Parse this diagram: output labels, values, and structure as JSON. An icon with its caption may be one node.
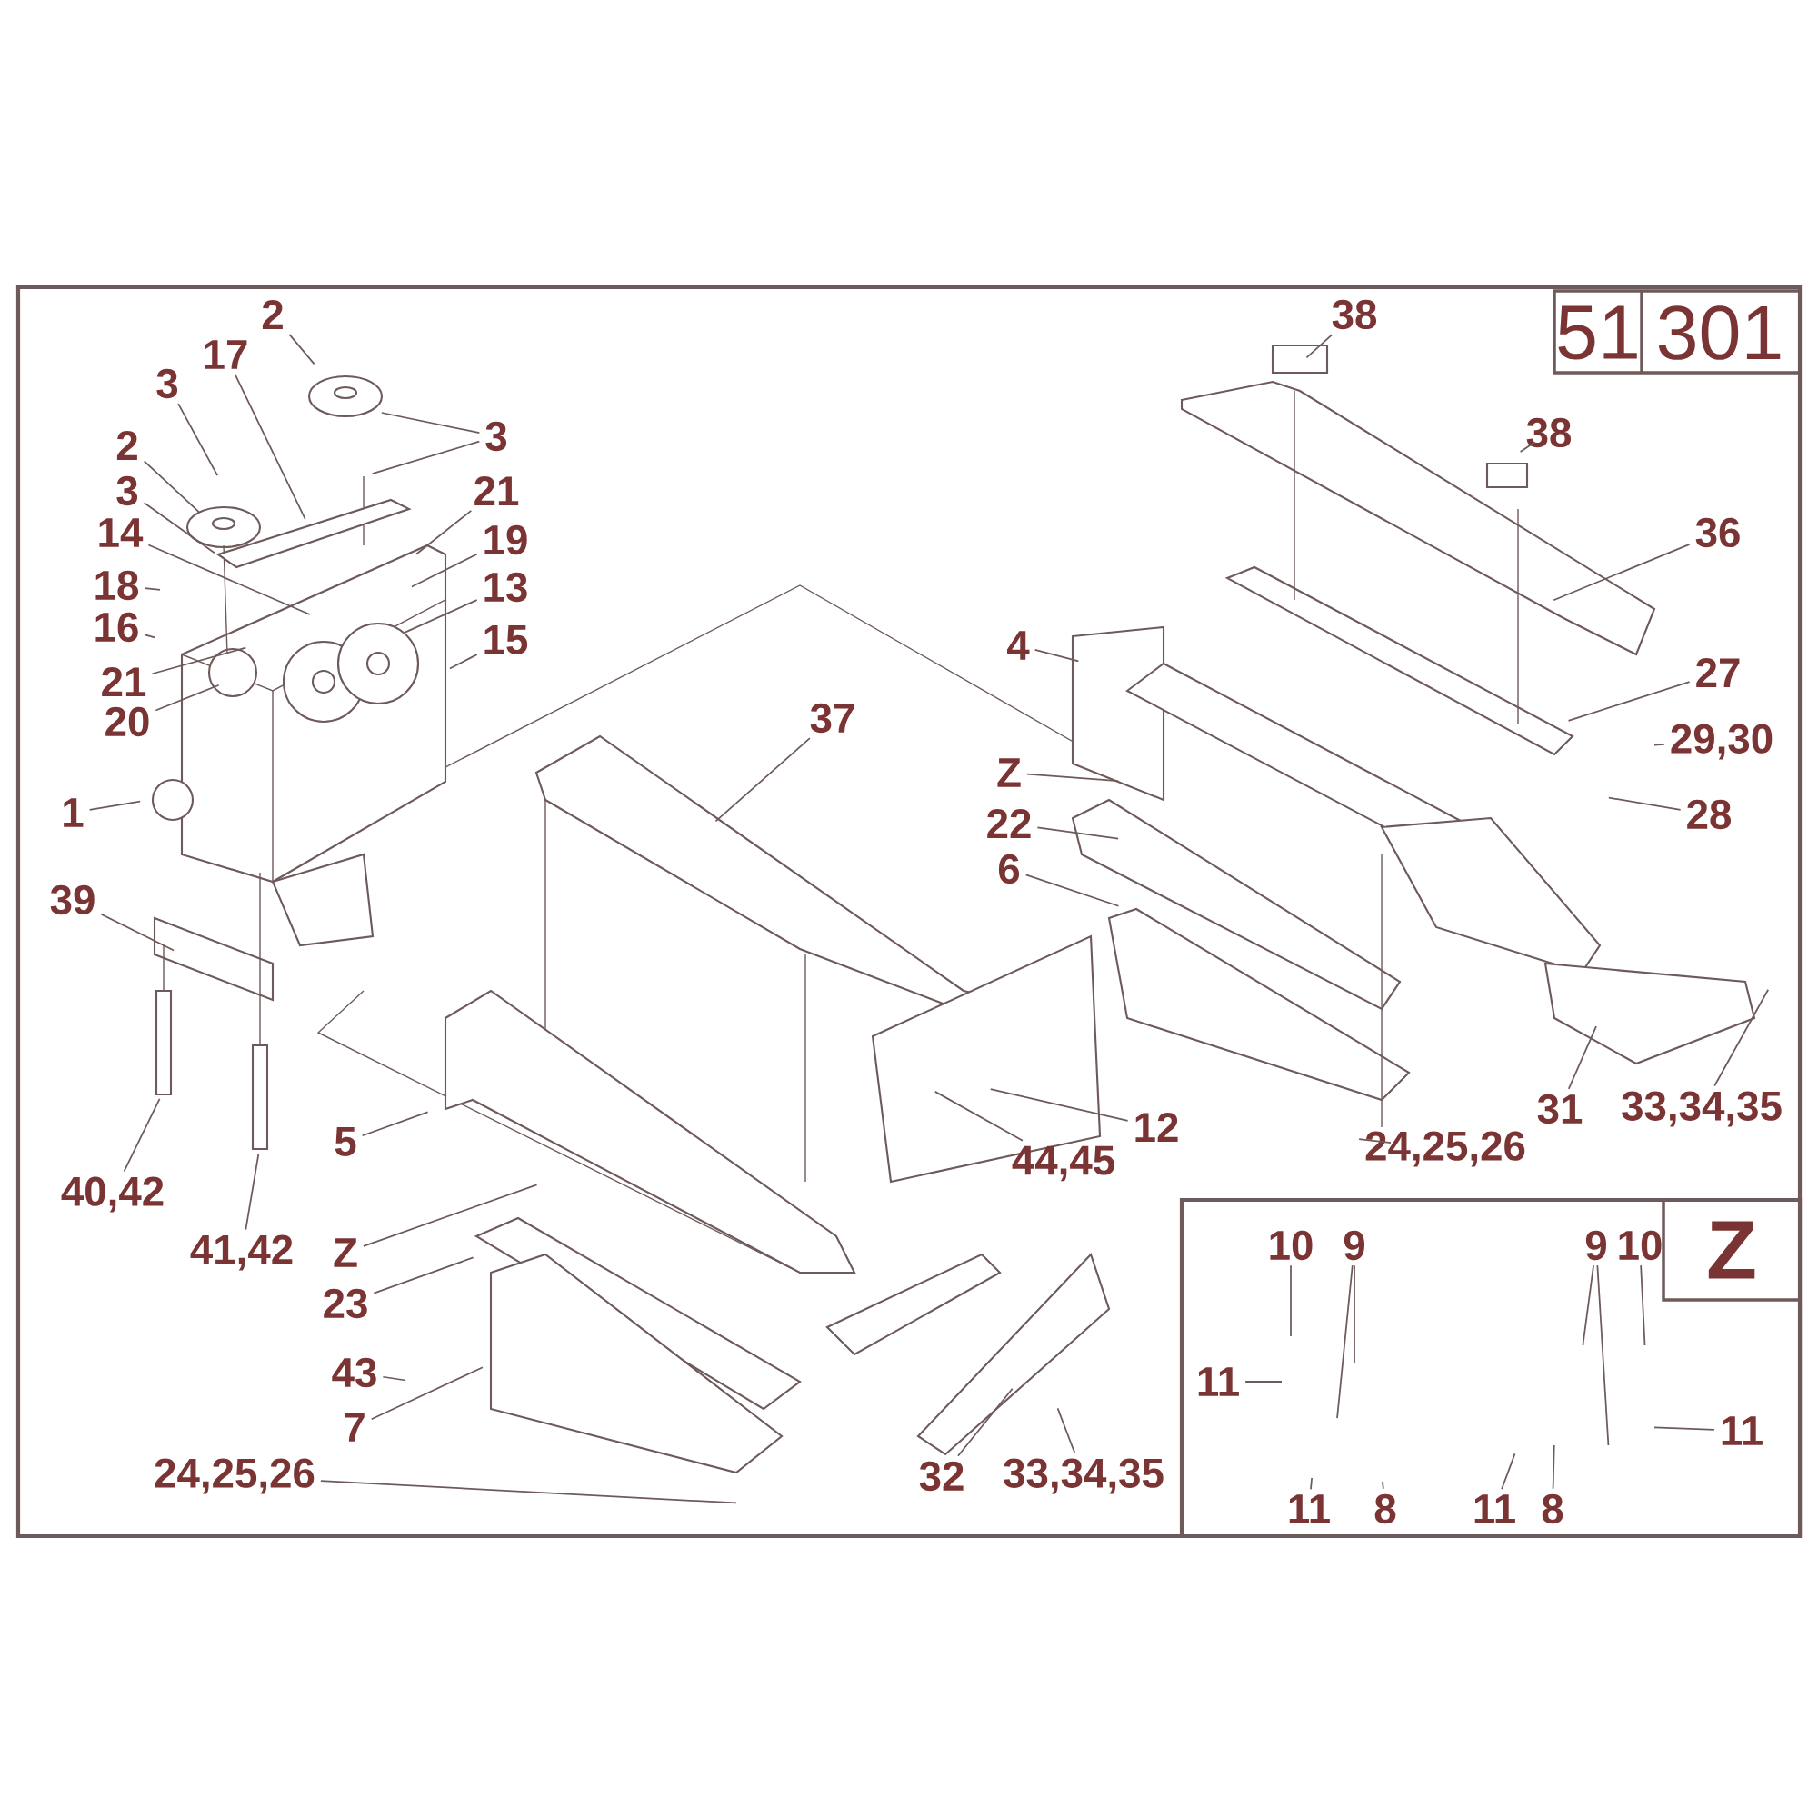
{
  "diagram": {
    "nodes": [
      {
        "text": [
          "2"
        ]
      },
      {
        "text": [
          "17"
        ]
      },
      {
        "text": [
          "3"
        ]
      },
      {
        "text": [
          "38"
        ]
      },
      {
        "text": [
          "3"
        ]
      },
      {
        "text": [
          "38"
        ]
      },
      {
        "text": [
          "2"
        ]
      },
      {
        "text": [
          "3"
        ]
      },
      {
        "text": [
          "21"
        ]
      },
      {
        "text": [
          "14"
        ]
      },
      {
        "text": [
          "19"
        ]
      },
      {
        "text": [
          "36"
        ]
      },
      {
        "text": [
          "18"
        ]
      },
      {
        "text": [
          "13"
        ]
      },
      {
        "text": [
          "16"
        ]
      },
      {
        "text": [
          "15"
        ]
      },
      {
        "text": [
          "4"
        ]
      },
      {
        "text": [
          "21"
        ]
      },
      {
        "text": [
          "27"
        ]
      },
      {
        "text": [
          "37"
        ]
      },
      {
        "text": [
          "20"
        ]
      },
      {
        "text": [
          "29,30"
        ]
      },
      {
        "text": [
          "Z"
        ]
      },
      {
        "text": [
          "1"
        ]
      },
      {
        "text": [
          "28"
        ]
      },
      {
        "text": [
          "22"
        ]
      },
      {
        "text": [
          "6"
        ]
      },
      {
        "text": [
          "39"
        ]
      },
      {
        "text": [
          "31"
        ]
      },
      {
        "text": [
          "33,34,35"
        ]
      },
      {
        "text": [
          "12"
        ]
      },
      {
        "text": [
          "5"
        ]
      },
      {
        "text": [
          "24,25,26"
        ]
      },
      {
        "text": [
          "44,45"
        ]
      },
      {
        "text": [
          "40,42"
        ]
      },
      {
        "text": [
          "41,42"
        ]
      },
      {
        "text": [
          "Z"
        ]
      },
      {
        "text": [
          "23"
        ]
      },
      {
        "text": [
          "43"
        ]
      },
      {
        "text": [
          "7"
        ]
      },
      {
        "text": [
          "24,25,26"
        ]
      },
      {
        "text": [
          "32"
        ]
      },
      {
        "text": [
          "33,34,35"
        ]
      },
      {
        "text": [
          "Z"
        ]
      },
      {
        "text": [
          "10"
        ],
        "in": 43
      },
      {
        "text": [
          "9"
        ],
        "in": 43
      },
      {
        "text": [
          "9"
        ],
        "in": 43
      },
      {
        "text": [
          "10"
        ],
        "in": 43
      },
      {
        "text": [
          "11"
        ],
        "in": 43
      },
      {
        "text": [
          "11"
        ],
        "in": 43
      },
      {
        "text": [
          "11"
        ],
        "in": 43
      },
      {
        "text": [
          "8"
        ],
        "in": 43
      },
      {
        "text": [
          "11"
        ],
        "in": 43
      },
      {
        "text": [
          "8"
        ],
        "in": 43
      }
    ],
    "edges": [
      {
        "from": 0,
        "to": null,
        "arrow": "none"
      },
      {
        "from": 1,
        "to": null,
        "arrow": "none"
      },
      {
        "from": 2,
        "to": null,
        "arrow": "none"
      },
      {
        "from": 3,
        "to": null,
        "arrow": "none"
      },
      {
        "from": 4,
        "to": null,
        "arrow": "none"
      },
      {
        "from": 4,
        "to": null,
        "arrow": "none"
      },
      {
        "from": 5,
        "to": null,
        "arrow": "none"
      },
      {
        "from": 6,
        "to": null,
        "arrow": "none"
      },
      {
        "from": 7,
        "to": null,
        "arrow": "none"
      },
      {
        "from": 8,
        "to": null,
        "arrow": "none"
      },
      {
        "from": 9,
        "to": null,
        "arrow": "none"
      },
      {
        "from": 10,
        "to": null,
        "arrow": "none"
      },
      {
        "from": 11,
        "to": null,
        "arrow": "none"
      },
      {
        "from": 12,
        "to": null,
        "arrow": "none"
      },
      {
        "from": 13,
        "to": null,
        "arrow": "none"
      },
      {
        "from": 14,
        "to": null,
        "arrow": "none"
      },
      {
        "from": 15,
        "to": null,
        "arrow": "none"
      },
      {
        "from": 16,
        "to": null,
        "arrow": "none"
      },
      {
        "from": 17,
        "to": null,
        "arrow": "none"
      },
      {
        "from": 18,
        "to": null,
        "arrow": "none"
      },
      {
        "from": 19,
        "to": null,
        "arrow": "none"
      },
      {
        "from": 20,
        "to": null,
        "arrow": "none"
      },
      {
        "from": 21,
        "to": null,
        "arrow": "none"
      },
      {
        "from": 22,
        "to": null,
        "arrow": "none"
      },
      {
        "from": 23,
        "to": null,
        "arrow": "none"
      },
      {
        "from": 24,
        "to": null,
        "arrow": "none"
      },
      {
        "from": 25,
        "to": null,
        "arrow": "none"
      },
      {
        "from": 26,
        "to": null,
        "arrow": "none"
      },
      {
        "from": 27,
        "to": null,
        "arrow": "none"
      },
      {
        "from": 28,
        "to": null,
        "arrow": "none"
      },
      {
        "from": 29,
        "to": null,
        "arrow": "none"
      },
      {
        "from": 30,
        "to": null,
        "arrow": "none"
      },
      {
        "from": 31,
        "to": null,
        "arrow": "none"
      },
      {
        "from": 32,
        "to": null,
        "arrow": "none"
      },
      {
        "from": 33,
        "to": null,
        "arrow": "none"
      },
      {
        "from": 34,
        "to": null,
        "arrow": "none"
      },
      {
        "from": 35,
        "to": null,
        "arrow": "none"
      },
      {
        "from": 36,
        "to": null,
        "arrow": "none"
      },
      {
        "from": 37,
        "to": null,
        "arrow": "none"
      },
      {
        "from": 38,
        "to": null,
        "arrow": "none"
      },
      {
        "from": 39,
        "to": null,
        "arrow": "none"
      },
      {
        "from": 40,
        "to": null,
        "arrow": "none"
      },
      {
        "from": 41,
        "to": null,
        "arrow": "none"
      },
      {
        "from": 42,
        "to": null,
        "arrow": "none"
      },
      {
        "from": 44,
        "to": null,
        "arrow": "none"
      },
      {
        "from": 45,
        "to": null,
        "arrow": "none"
      },
      {
        "from": 45,
        "to": null,
        "arrow": "none"
      },
      {
        "from": 46,
        "to": null,
        "arrow": "none"
      },
      {
        "from": 46,
        "to": null,
        "arrow": "none"
      },
      {
        "from": 47,
        "to": null,
        "arrow": "none"
      },
      {
        "from": 48,
        "to": null,
        "arrow": "none"
      },
      {
        "from": 49,
        "to": null,
        "arrow": "none"
      },
      {
        "from": 50,
        "to": null,
        "arrow": "none"
      },
      {
        "from": 51,
        "to": null,
        "arrow": "none"
      },
      {
        "from": 52,
        "to": null,
        "arrow": "none"
      },
      {
        "from": 53,
        "to": null,
        "arrow": "none"
      }
    ],
    "labels": [
      "51",
      "301"
    ]
  }
}
